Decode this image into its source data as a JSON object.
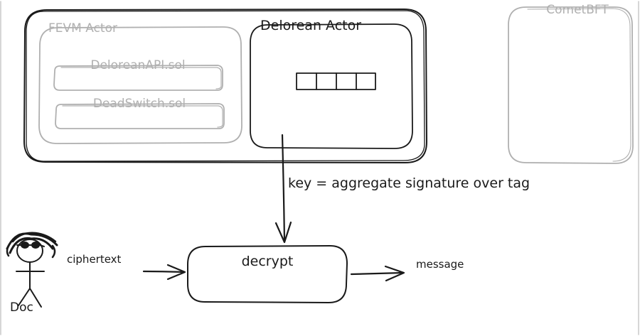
{
  "colors": {
    "ink": "#1a1a1a",
    "faded": "#b0b0b0",
    "background": "#ffffff"
  },
  "boxes": {
    "fevm_container_title": "FEVM Actor",
    "fevm_contract_1": "DeloreanAPI.sol",
    "fevm_contract_2": "DeadSwitch.sol",
    "delorean_title": "Delorean Actor",
    "cometbft_title": "CometBFT",
    "decrypt_label": "decrypt"
  },
  "edges": {
    "key_label": "key = aggregate signature over tag",
    "ciphertext_label": "ciphertext",
    "message_label": "message"
  },
  "actors": {
    "doc_label": "Doc"
  },
  "icons": {
    "doc_figure": "stick-figure-icon",
    "key_slots": "key-slots-icon"
  }
}
